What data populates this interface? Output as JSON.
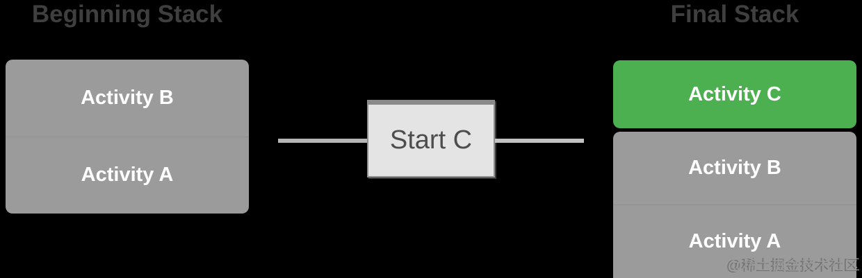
{
  "headings": {
    "left": "Beginning Stack",
    "right": "Final Stack"
  },
  "left_stack": {
    "items": [
      "Activity B",
      "Activity A"
    ]
  },
  "action_box": {
    "label": "Start C"
  },
  "right_stack": {
    "top_item": "Activity C",
    "items": [
      "Activity B",
      "Activity A"
    ]
  },
  "watermark": "@稀土掘金技术社区",
  "colors": {
    "background": "#000000",
    "heading_text": "#3f3f3f",
    "card_gray": "#9b9b9b",
    "card_text": "#ffffff",
    "highlight_green": "#4caf50",
    "action_box_fill": "#e4e4e4",
    "action_box_border": "#8f8f8f",
    "action_box_text": "#4d4d4d",
    "connector": "#b5b5b5",
    "watermark_text": "#9a9a9a"
  }
}
